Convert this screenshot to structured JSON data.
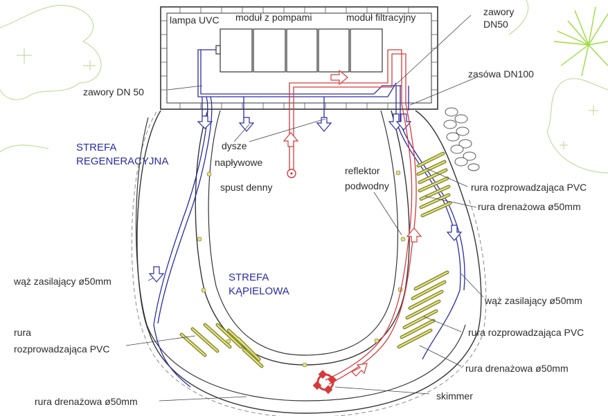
{
  "equipment": {
    "uv_lamp": "lampa UVC",
    "pump_module": "moduł z pompami",
    "filter_module": "moduł filtracyjny"
  },
  "valves": {
    "dn50_top_line1": "zawory",
    "dn50_top_line2": "DN50",
    "dn50_left": "zawory DN 50",
    "gate_valve_dn100": "zasówa DN100"
  },
  "zones": {
    "regeneration_line1": "STREFA",
    "regeneration_line2": "REGENERACYJNA",
    "bathing_line1": "STREFA",
    "bathing_line2": "KĄPIELOWA"
  },
  "labels": {
    "inlet_nozzles_line1": "dysze",
    "inlet_nozzles_line2": "napływowe",
    "bottom_drain": "spust denny",
    "reflector_line1": "reflektor",
    "reflector_line2": "podwodny",
    "pvc_pipe_right_1": "rura rozprowadzająca PVC",
    "drain_pipe_right_1": "rura drenażowa ø50mm",
    "supply_hose_left": "wąż zasilający ø50mm",
    "supply_hose_right": "wąż zasilający ø50mm",
    "pvc_pipe_left_line1": "rura",
    "pvc_pipe_left_line2": "rozprowadzająca PVC",
    "pvc_pipe_right_2": "rura rozprowadzająca PVC",
    "drain_pipe_right_2": "rura drenażowa ø50mm",
    "drain_pipe_bottom": "rura drenażowa ø50mm",
    "skimmer": "skimmer"
  },
  "colors": {
    "pressure_line": "#2a2aa8",
    "return_line": "#d63a3a",
    "drain_coil": "#8a8a2a",
    "structure": "#333333",
    "vegetation": "#b9d98a",
    "plant_star": "#9bdc3a"
  }
}
